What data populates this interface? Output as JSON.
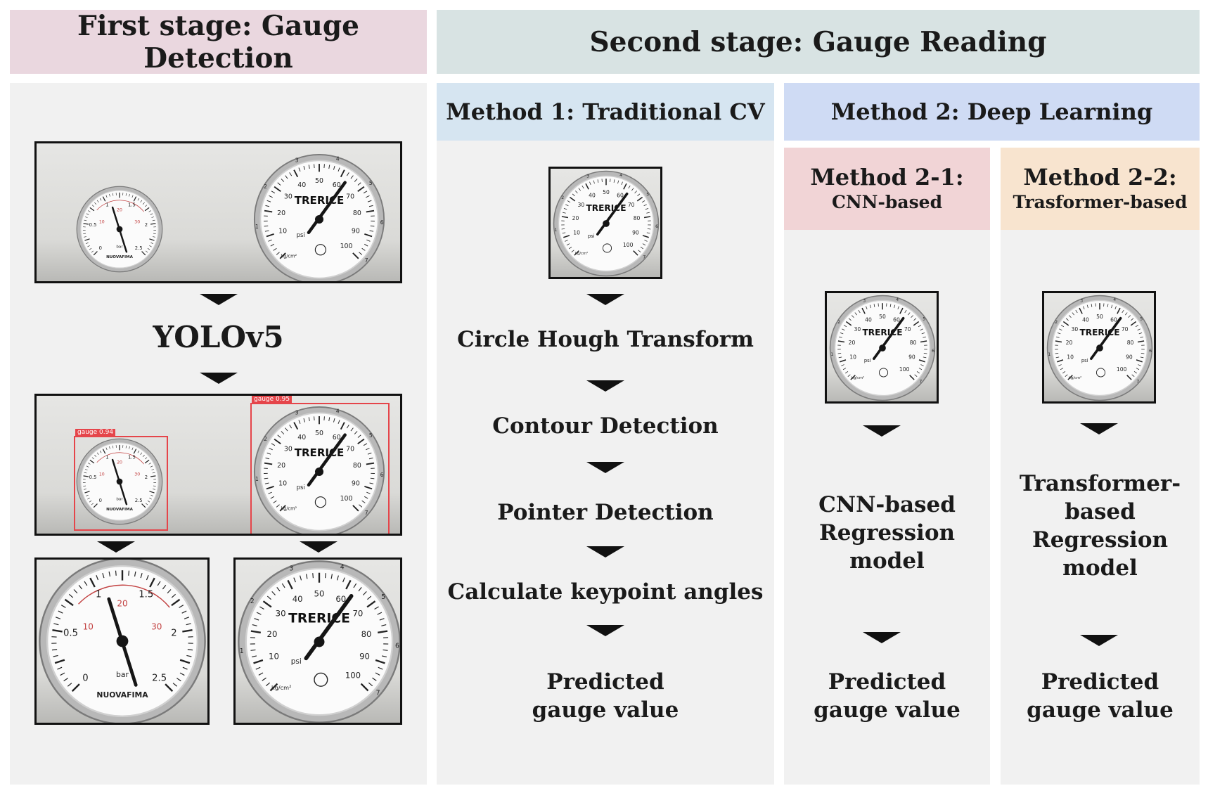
{
  "headers": {
    "stage1": "First stage: Gauge Detection",
    "stage2": "Second stage: Gauge Reading",
    "method1": "Method 1: Traditional CV",
    "method2": "Method 2: Deep Learning",
    "method21_title": "Method 2-1:",
    "method21_sub": "CNN-based",
    "method22_title": "Method 2-2:",
    "method22_sub": "Trasformer-based"
  },
  "stage1": {
    "detector": "YOLOv5",
    "detections": [
      {
        "label": "gauge 0.94"
      },
      {
        "label": "gauge 0.95"
      }
    ]
  },
  "method1_steps": [
    "Circle Hough Transform",
    "Contour Detection",
    "Pointer Detection",
    "Calculate keypoint angles"
  ],
  "method21_model": [
    "CNN-based",
    "Regression",
    "model"
  ],
  "method22_model": [
    "Transformer-",
    "based",
    "Regression",
    "model"
  ],
  "output": [
    "Predicted",
    "gauge value"
  ],
  "gauge_text": {
    "brand": "TRERICE",
    "small_brand": "NUOVAFIMA",
    "psi_label": "psi",
    "bar_label": "bar",
    "kg_label": "kg/cm²",
    "psi_ticks": [
      "10",
      "20",
      "30",
      "40",
      "50",
      "60",
      "70",
      "80",
      "90",
      "100"
    ],
    "kg_ticks": [
      "1",
      "2",
      "3",
      "4",
      "5",
      "6",
      "7"
    ],
    "bar_ticks": [
      "0",
      "0.5",
      "1",
      "1.5",
      "2",
      "2.5"
    ],
    "psi_small_ticks": [
      "10",
      "20",
      "30"
    ]
  },
  "colors": {
    "stage1_header": "#ead7df",
    "stage2_header": "#d8e3e3",
    "method1_header": "#d6e5f1",
    "method2_header": "#cfdbf4",
    "method21_header": "#f1d4d6",
    "method22_header": "#f8e4cf",
    "panel": "#f1f1f1",
    "bbox": "#e5454a"
  }
}
